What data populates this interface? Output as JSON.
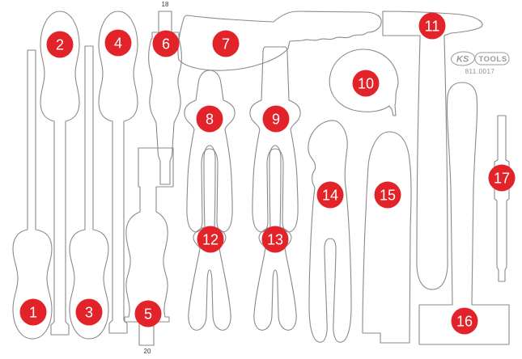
{
  "colors": {
    "background": "#ffffff",
    "outline": "#8a8a8a",
    "marker": "#e2232a",
    "marker_text": "#ffffff",
    "logo_outline": "#9a9a9a"
  },
  "brand": {
    "ks": "KS",
    "tools": "TOOLS",
    "part_number": "811.0017"
  },
  "dimension_labels": [
    {
      "text": "18"
    },
    {
      "text": "20"
    }
  ],
  "markers": [
    {
      "label": "1",
      "tool": "screwdriver"
    },
    {
      "label": "2",
      "tool": "screwdriver"
    },
    {
      "label": "3",
      "tool": "screwdriver"
    },
    {
      "label": "4",
      "tool": "screwdriver"
    },
    {
      "label": "5",
      "tool": "chisel"
    },
    {
      "label": "6",
      "tool": "chisel"
    },
    {
      "label": "7",
      "tool": "body-file"
    },
    {
      "label": "8",
      "tool": "pliers"
    },
    {
      "label": "9",
      "tool": "end-cutting-pliers"
    },
    {
      "label": "10",
      "tool": "tape-measure"
    },
    {
      "label": "11",
      "tool": "hammer"
    },
    {
      "label": "12",
      "tool": "pliers"
    },
    {
      "label": "13",
      "tool": "pliers"
    },
    {
      "label": "14",
      "tool": "pincers"
    },
    {
      "label": "15",
      "tool": "snips"
    },
    {
      "label": "16",
      "tool": "mallet"
    },
    {
      "label": "17",
      "tool": "file"
    }
  ]
}
